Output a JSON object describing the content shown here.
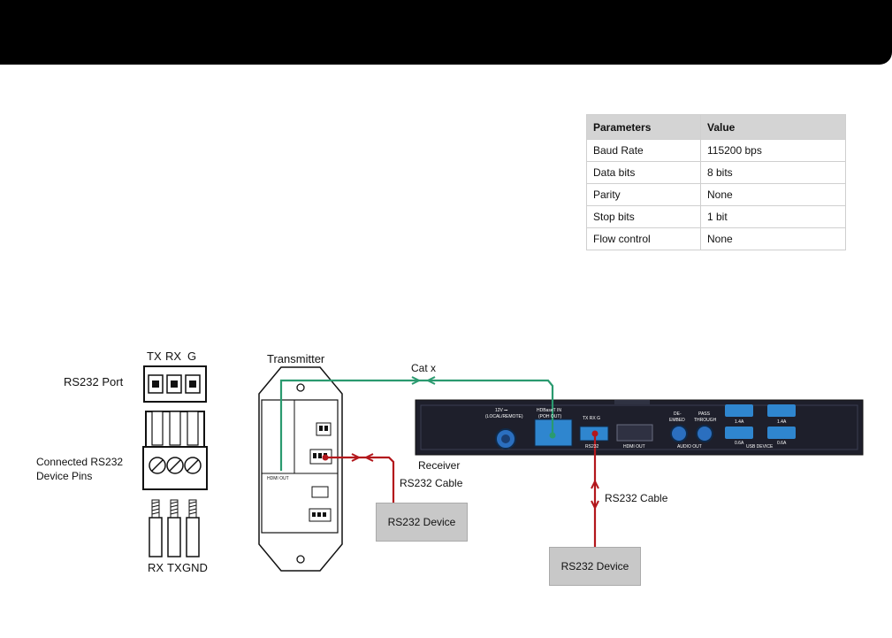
{
  "table": {
    "headers": [
      "Parameters",
      "Value"
    ],
    "rows": [
      [
        "Baud Rate",
        "115200 bps"
      ],
      [
        "Data bits",
        "8 bits"
      ],
      [
        "Parity",
        "None"
      ],
      [
        "Stop bits",
        "1 bit"
      ],
      [
        "Flow control",
        "None"
      ]
    ]
  },
  "pins_top": {
    "tx": "TX",
    "rx": "RX",
    "g": "G"
  },
  "pins_bottom": {
    "rx": "RX",
    "tx": "TX",
    "gnd": "GND"
  },
  "labels": {
    "rs232_port": "RS232 Port",
    "connected_pins_line1": "Connected RS232",
    "connected_pins_line2": "Device Pins",
    "transmitter": "Transmitter",
    "cat_x": "Cat x",
    "receiver": "Receiver",
    "rs232_cable_tx": "RS232 Cable",
    "rs232_cable_rx": "RS232 Cable",
    "rs232_device_tx": "RS232 Device",
    "rs232_device_rx": "RS232 Device"
  },
  "receiver_panel": {
    "power": "12V ⎓",
    "power_sub": "(LOCAL/REMOTE)",
    "hdbaset": "HDBaseT IN",
    "hdbaset_sub": "(POH OUT)",
    "rs232_pins": "TX RX G",
    "rs232": "RS232",
    "hdmi_out": "HDMI OUT",
    "de_embed": "DE-",
    "de_embed2": "EMBED",
    "pass": "PASS",
    "pass2": "THROUGH",
    "audio_out": "AUDIO OUT",
    "usb_device": "USB DEVICE",
    "amp_14a_1": "1.4A",
    "amp_14a_2": "1.4A",
    "amp_06a_1": "0.6A",
    "amp_06a_2": "0.6A"
  },
  "transmitter_panel": {
    "hdmi_out": "HDMI OUT"
  },
  "colors": {
    "green": "#2a9a6f",
    "red": "#b3171c",
    "panel": "#1e1f2b",
    "accent_blue": "#3a8fd8"
  }
}
